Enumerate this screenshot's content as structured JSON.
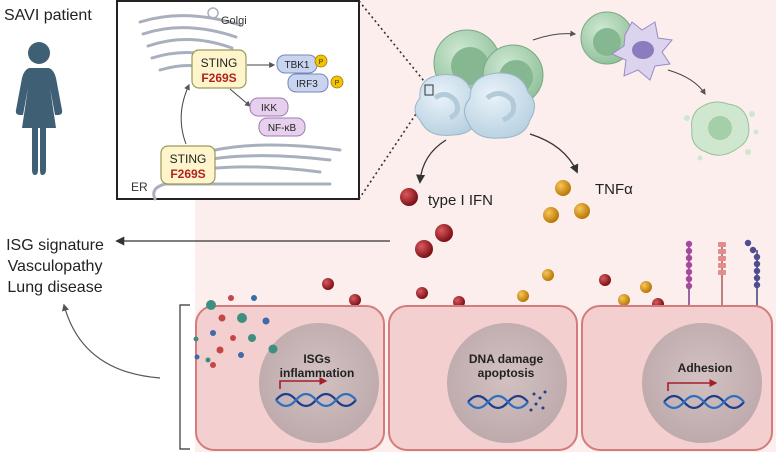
{
  "patient": {
    "title": "SAVI patient",
    "outcomes": [
      "ISG signature",
      "Vasculopathy",
      "Lung disease"
    ]
  },
  "inset": {
    "golgi_label": "Golgi",
    "er_label": "ER",
    "sting_label": "STING",
    "mutation_label": "F269S",
    "tbk1_label": "TBK1",
    "irf3_label": "IRF3",
    "phospho_label": "P",
    "ikk_label": "IKK",
    "nfkb_label": "NF-κB"
  },
  "cytokines": {
    "ifn_label": "type I IFN",
    "tnf_label": "TNFα"
  },
  "endothelial_cells": [
    {
      "label_lines": [
        "ISGs",
        "inflammation"
      ]
    },
    {
      "label_lines": [
        "DNA damage",
        "apoptosis"
      ]
    },
    {
      "label_lines": [
        "Adhesion"
      ]
    }
  ],
  "colors": {
    "background_panel": "#fbeeed",
    "cell_fill": "#f4cfcf",
    "cell_border": "#d47c7c",
    "nucleus": "#c9b6b7",
    "ifn_particle": "#9b1b24",
    "tnf_particle": "#d9950f",
    "sting_box": "#fff5cc",
    "mutation_text": "#b22222",
    "phospho": "#f5c400",
    "tbk1_box": "#c9d5f0",
    "ikk_box": "#e6d0ee",
    "er_membrane": "#a9b0bd",
    "patient_icon": "#3f5f75",
    "dna_blue": "#1f3e8c",
    "promoter_arrow": "#a41f2c"
  },
  "icons": [
    "person-icon",
    "t-cell-icon",
    "neutrophil-icon",
    "macrophage-icon",
    "apoptotic-cell-icon",
    "dna-icon",
    "adhesion-molecule-icon"
  ]
}
